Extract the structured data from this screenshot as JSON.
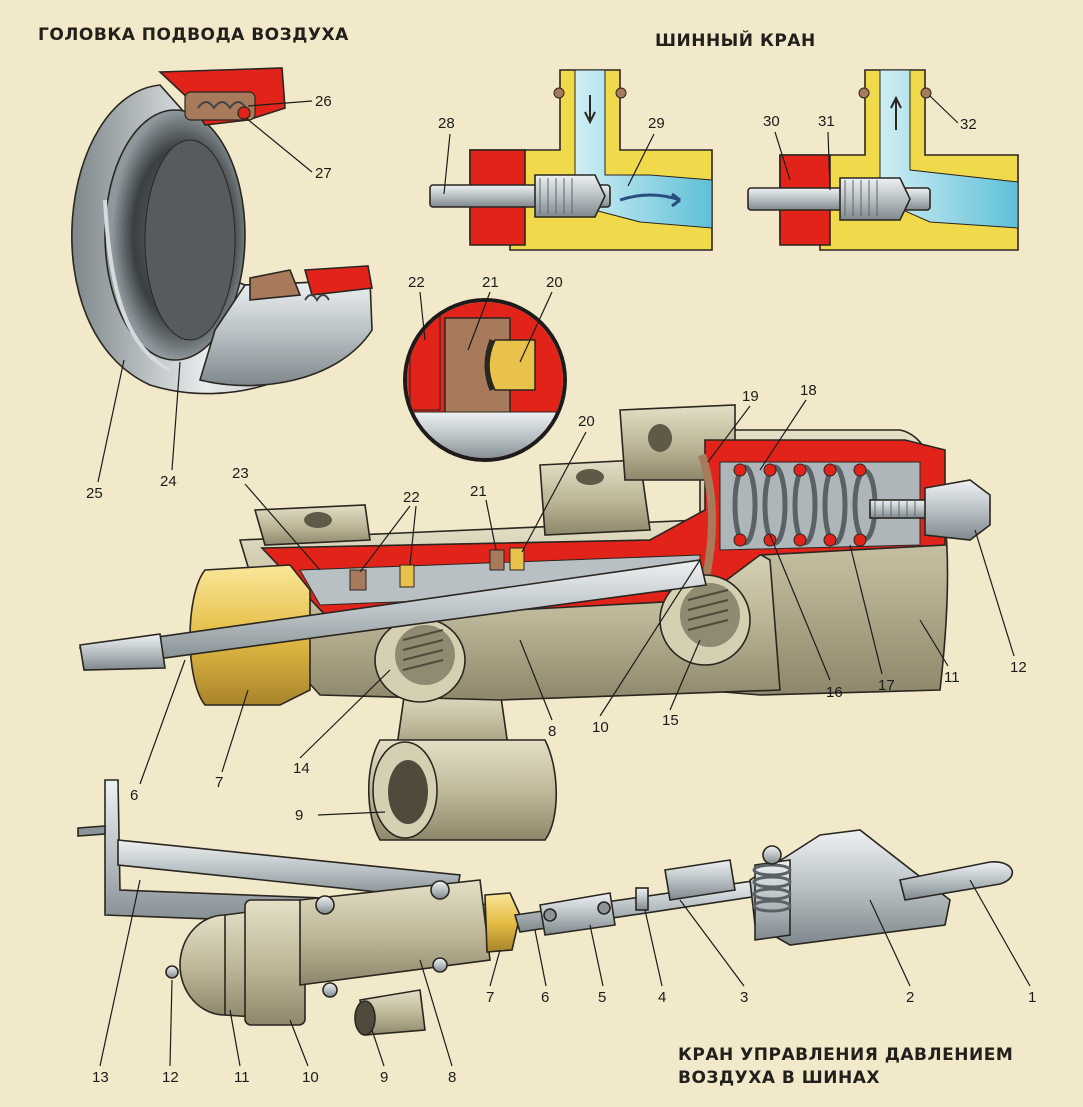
{
  "titles": {
    "air_head": "ГОЛОВКА ПОДВОДА ВОЗДУХА",
    "tire_valve": "ШИННЫЙ КРАН",
    "control_valve_line1": "КРАН УПРАВЛЕНИЯ ДАВЛЕНИЕМ",
    "control_valve_line2": "ВОЗДУХА В ШИНАХ"
  },
  "callouts": {
    "c26": "26",
    "c27": "27",
    "c25": "25",
    "c24": "24",
    "c28": "28",
    "c29": "29",
    "c30": "30",
    "c31": "31",
    "c32": "32",
    "c22a": "22",
    "c21a": "21",
    "c20a": "20",
    "c20b": "20",
    "c19": "19",
    "c18": "18",
    "c23": "23",
    "c22b": "22",
    "c21b": "21",
    "c12a": "12",
    "c11a": "11",
    "c17": "17",
    "c16": "16",
    "c15": "15",
    "c10a": "10",
    "c8a": "8",
    "c14": "14",
    "c7a": "7",
    "c6a": "6",
    "c9a": "9",
    "c13": "13",
    "c12b": "12",
    "c11b": "11",
    "c10b": "10",
    "c9b": "9",
    "c8b": "8",
    "c7b": "7",
    "c6b": "6",
    "c5": "5",
    "c4": "4",
    "c3": "3",
    "c2": "2",
    "c1": "1"
  },
  "colors": {
    "background": "#f1e9c9",
    "section_red": "#e2231a",
    "steel": "#c7cdd0",
    "brass": "#e8c24a",
    "cast_body": "#bdb69a",
    "air_blue": "#7cc6d8",
    "seal_brown": "#a67a5b"
  }
}
